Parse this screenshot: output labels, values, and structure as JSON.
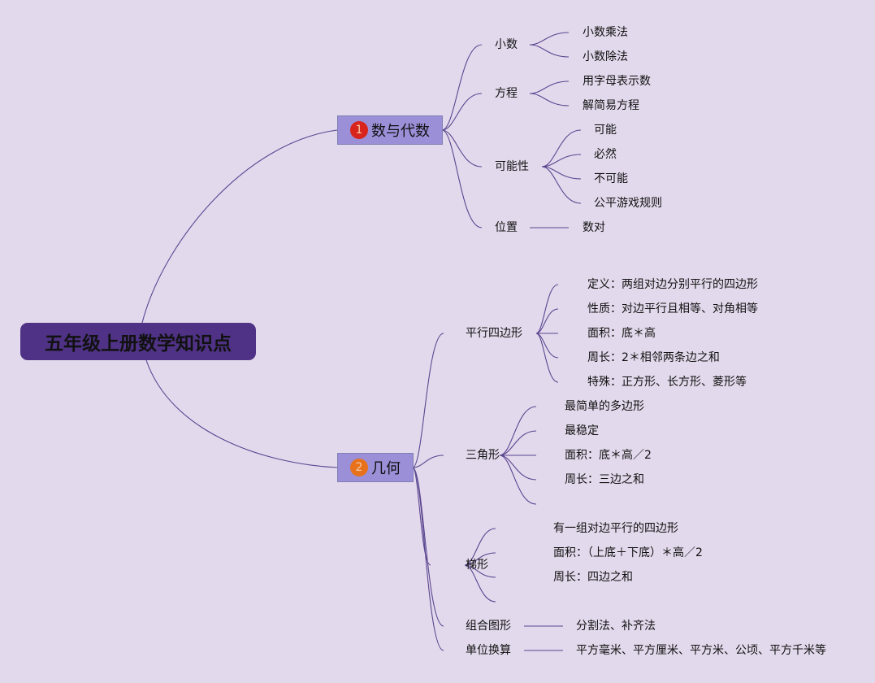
{
  "root": {
    "label": "五年级上册数学知识点"
  },
  "branches": [
    {
      "number": "1",
      "label": "数与代数",
      "badge_color": "#d8241c",
      "children": [
        {
          "label": "小数",
          "leaves": [
            "小数乘法",
            "小数除法"
          ]
        },
        {
          "label": "方程",
          "leaves": [
            "用字母表示数",
            "解简易方程"
          ]
        },
        {
          "label": "可能性",
          "leaves": [
            "可能",
            "必然",
            "不可能",
            "公平游戏规则"
          ]
        },
        {
          "label": "位置",
          "leaves": [
            "数对"
          ]
        }
      ]
    },
    {
      "number": "2",
      "label": "几何",
      "badge_color": "#e8721c",
      "children": [
        {
          "label": "平行四边形",
          "leaves": [
            "定义：两组对边分别平行的四边形",
            "性质：对边平行且相等、对角相等",
            "面积：底＊高",
            "周长：2＊相邻两条边之和",
            "特殊：正方形、长方形、菱形等"
          ]
        },
        {
          "label": "三角形",
          "leaves": [
            "最简单的多边形",
            "最稳定",
            "面积：底＊高／2",
            "周长：三边之和",
            ""
          ]
        },
        {
          "label": "梯形",
          "leaves": [
            "有一组对边平行的四边形",
            "面积：（上底＋下底）＊高／2",
            "周长：四边之和",
            ""
          ]
        },
        {
          "label": "组合图形",
          "leaves": [
            "分割法、补齐法"
          ]
        },
        {
          "label": "单位换算",
          "leaves": [
            "平方毫米、平方厘米、平方米、公顷、平方千米等"
          ]
        }
      ]
    }
  ],
  "colors": {
    "background": "#e3d9ec",
    "root": "#4f3285",
    "branch": "#9b8fd8",
    "line": "#5a4690"
  }
}
